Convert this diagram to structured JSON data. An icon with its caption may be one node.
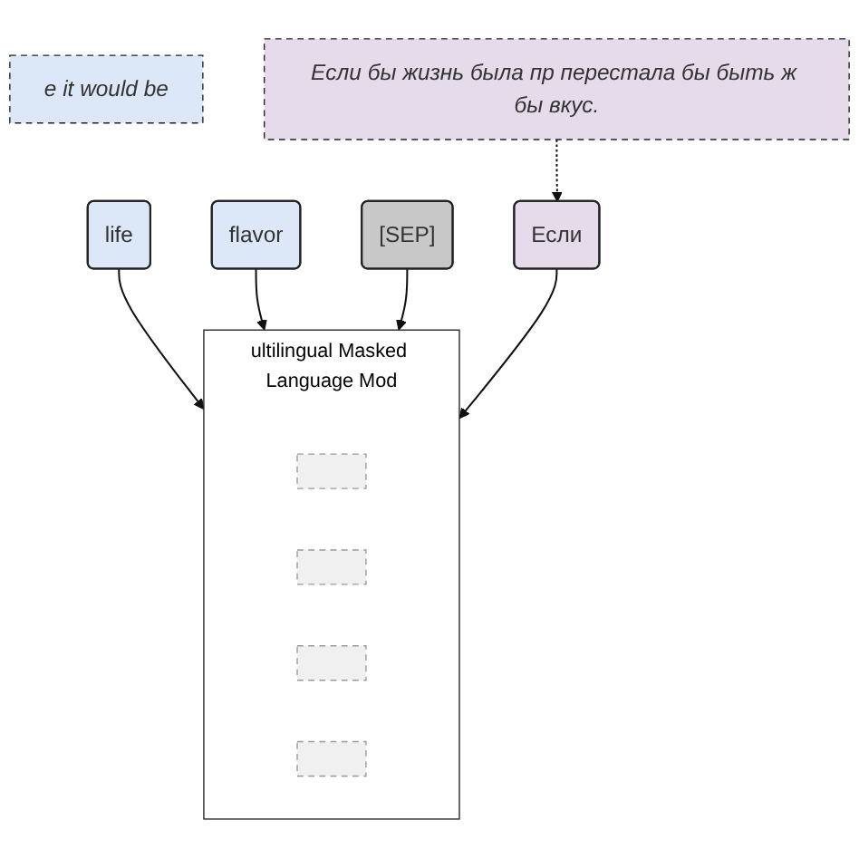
{
  "diagram": {
    "nodes": [
      {
        "text": [
          "e it would be"
        ]
      },
      {
        "text": [
          "Если бы жизнь была пр перестала бы быть ж бы вкус."
        ]
      },
      {
        "text": [
          "life"
        ]
      },
      {
        "text": [
          "flavor"
        ]
      },
      {
        "text": [
          "[SEP]"
        ]
      },
      {
        "text": [
          "Если"
        ]
      },
      {
        "text": [
          "ultilingual Masked Language Mod"
        ]
      },
      {
        "text": [],
        "shape": "box",
        "in": 6
      },
      {
        "text": [],
        "shape": "box",
        "in": 6
      },
      {
        "text": [],
        "shape": "box",
        "in": 6
      },
      {
        "text": [],
        "shape": "box",
        "in": 6
      }
    ],
    "edges": [
      {
        "from": 1,
        "to": 5,
        "arrow": "to",
        "style": "dashed"
      },
      {
        "from": 2,
        "to": 6,
        "arrow": "to"
      },
      {
        "from": 3,
        "to": 6,
        "arrow": "to"
      },
      {
        "from": 4,
        "to": 6,
        "arrow": "to"
      },
      {
        "from": 5,
        "to": 6,
        "arrow": "to"
      }
    ]
  }
}
